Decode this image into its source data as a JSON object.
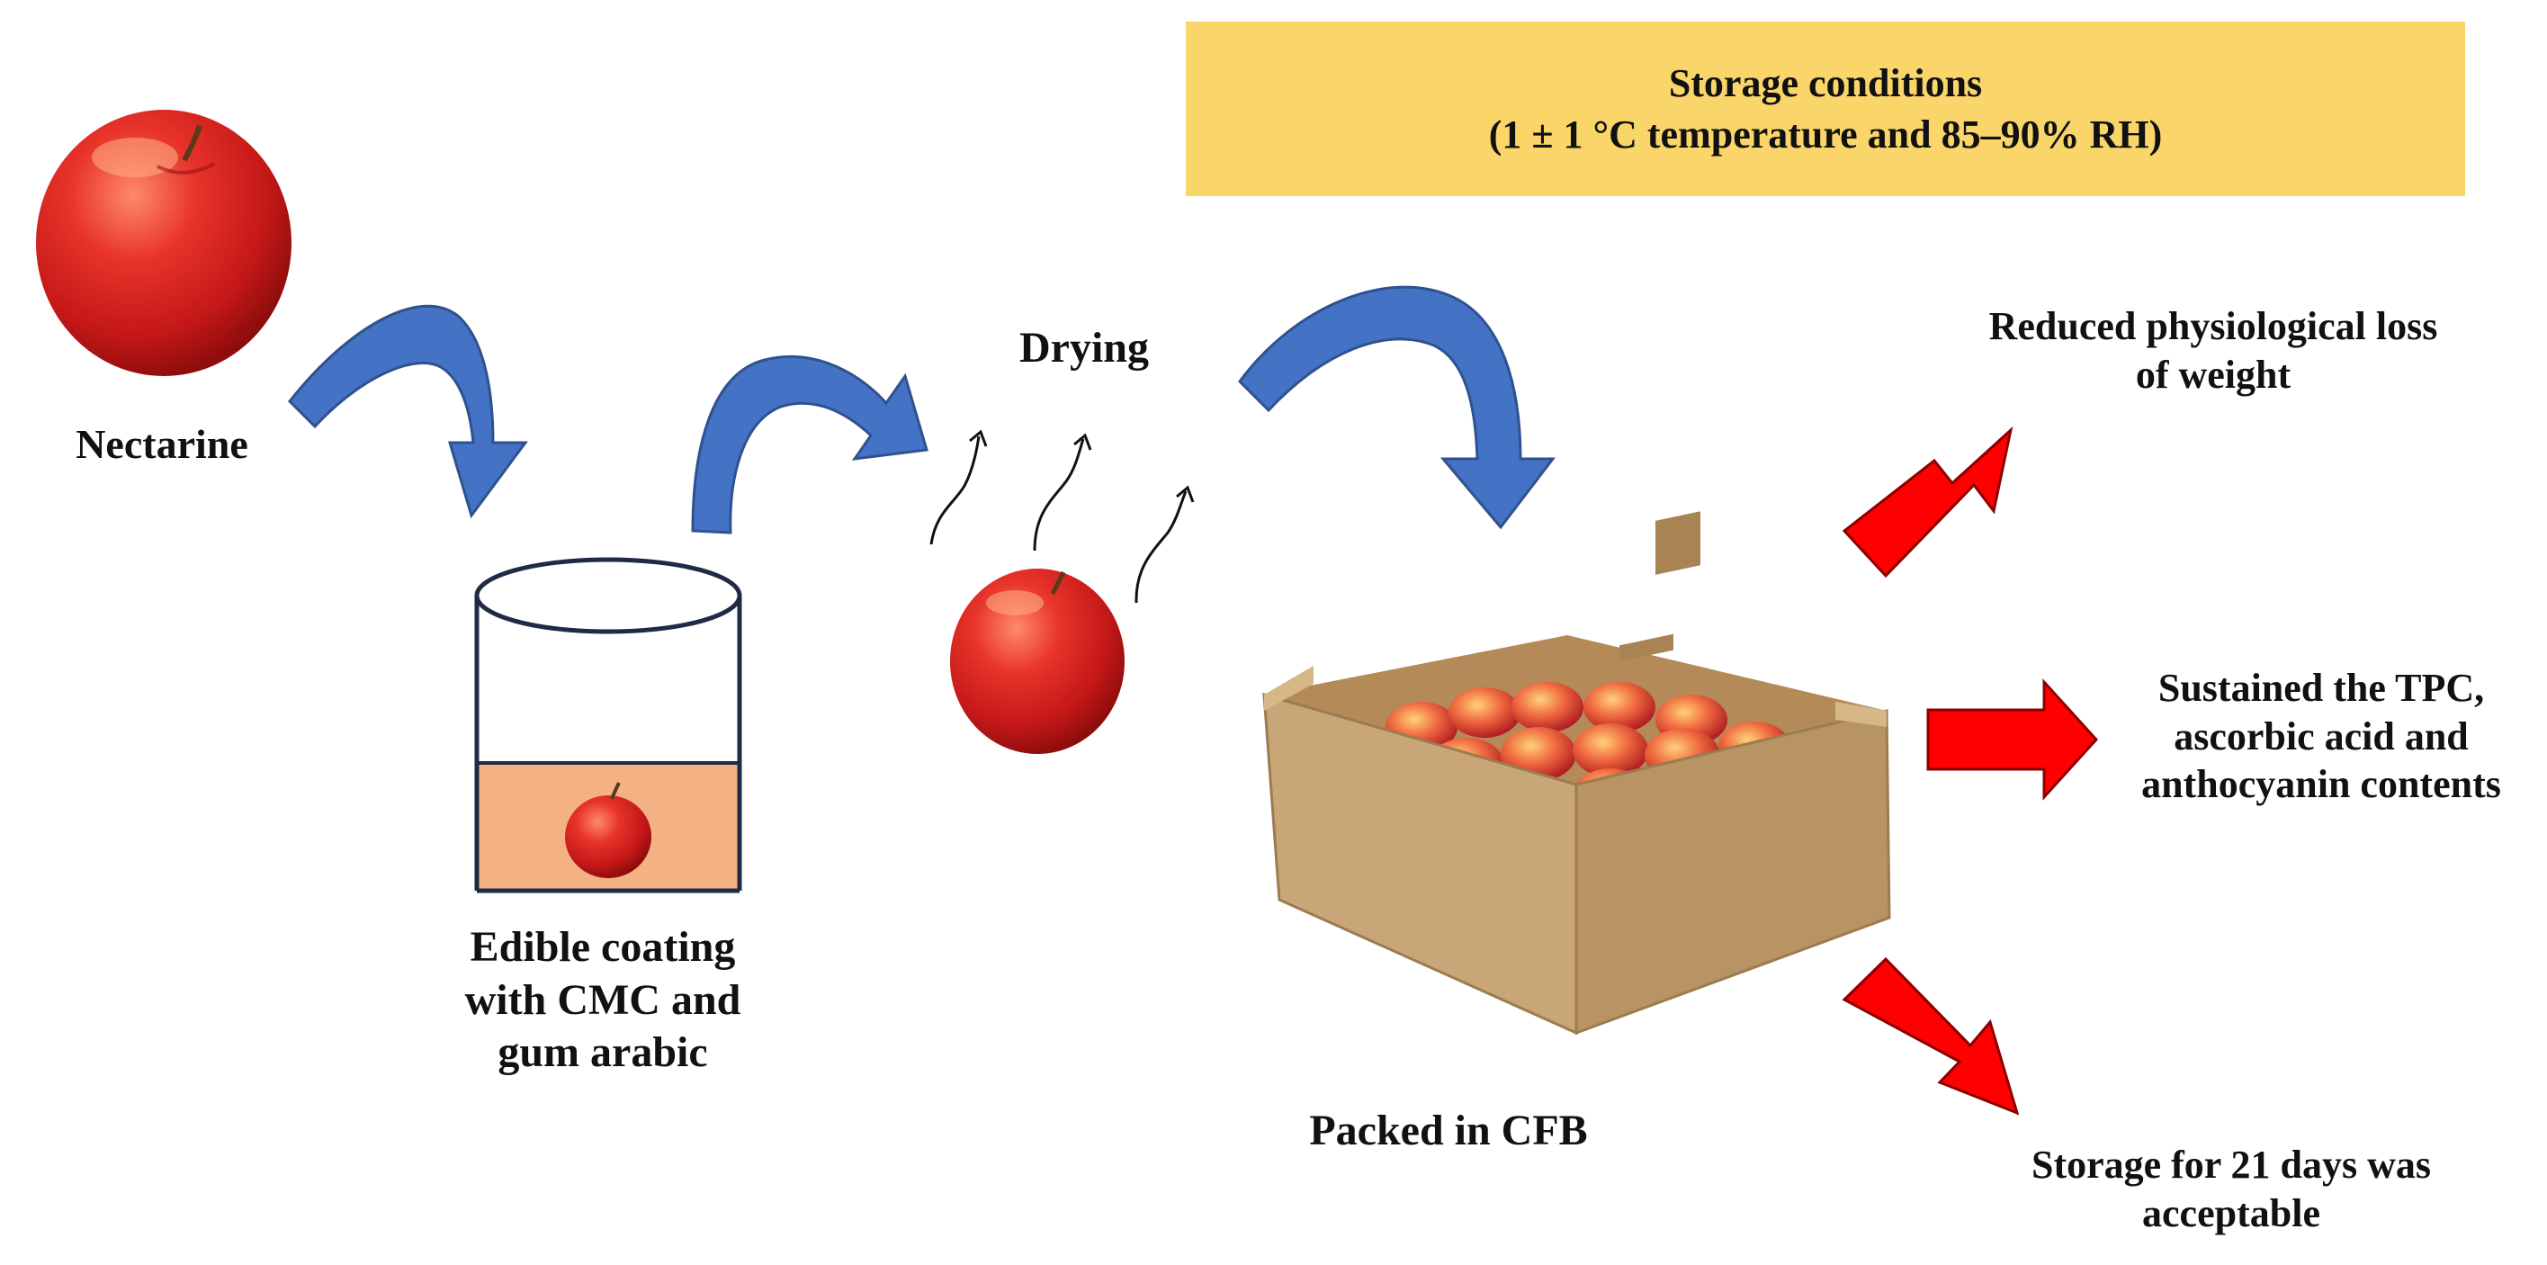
{
  "storage_conditions": {
    "title": "Storage conditions",
    "detail": "(1 ± 1 °C temperature and 85–90% RH)"
  },
  "steps": {
    "nectarine": "Nectarine",
    "coating_line1": "Edible coating",
    "coating_line2": "with CMC and",
    "coating_line3": "gum arabic",
    "drying": "Drying",
    "packed": "Packed in CFB"
  },
  "outcomes": {
    "weight_line1": "Reduced physiological loss",
    "weight_line2": "of weight",
    "tpc_line1": "Sustained the TPC,",
    "tpc_line2": "ascorbic acid and",
    "tpc_line3": "anthocyanin contents",
    "storage_line1": "Storage for 21 days was",
    "storage_line2": "acceptable"
  },
  "colors": {
    "banner": "#fad66a",
    "flow_arrow": "#4472c4",
    "outcome_arrow": "#ff0000",
    "coating_liquid": "#f4b183",
    "box": "#c9a678"
  }
}
